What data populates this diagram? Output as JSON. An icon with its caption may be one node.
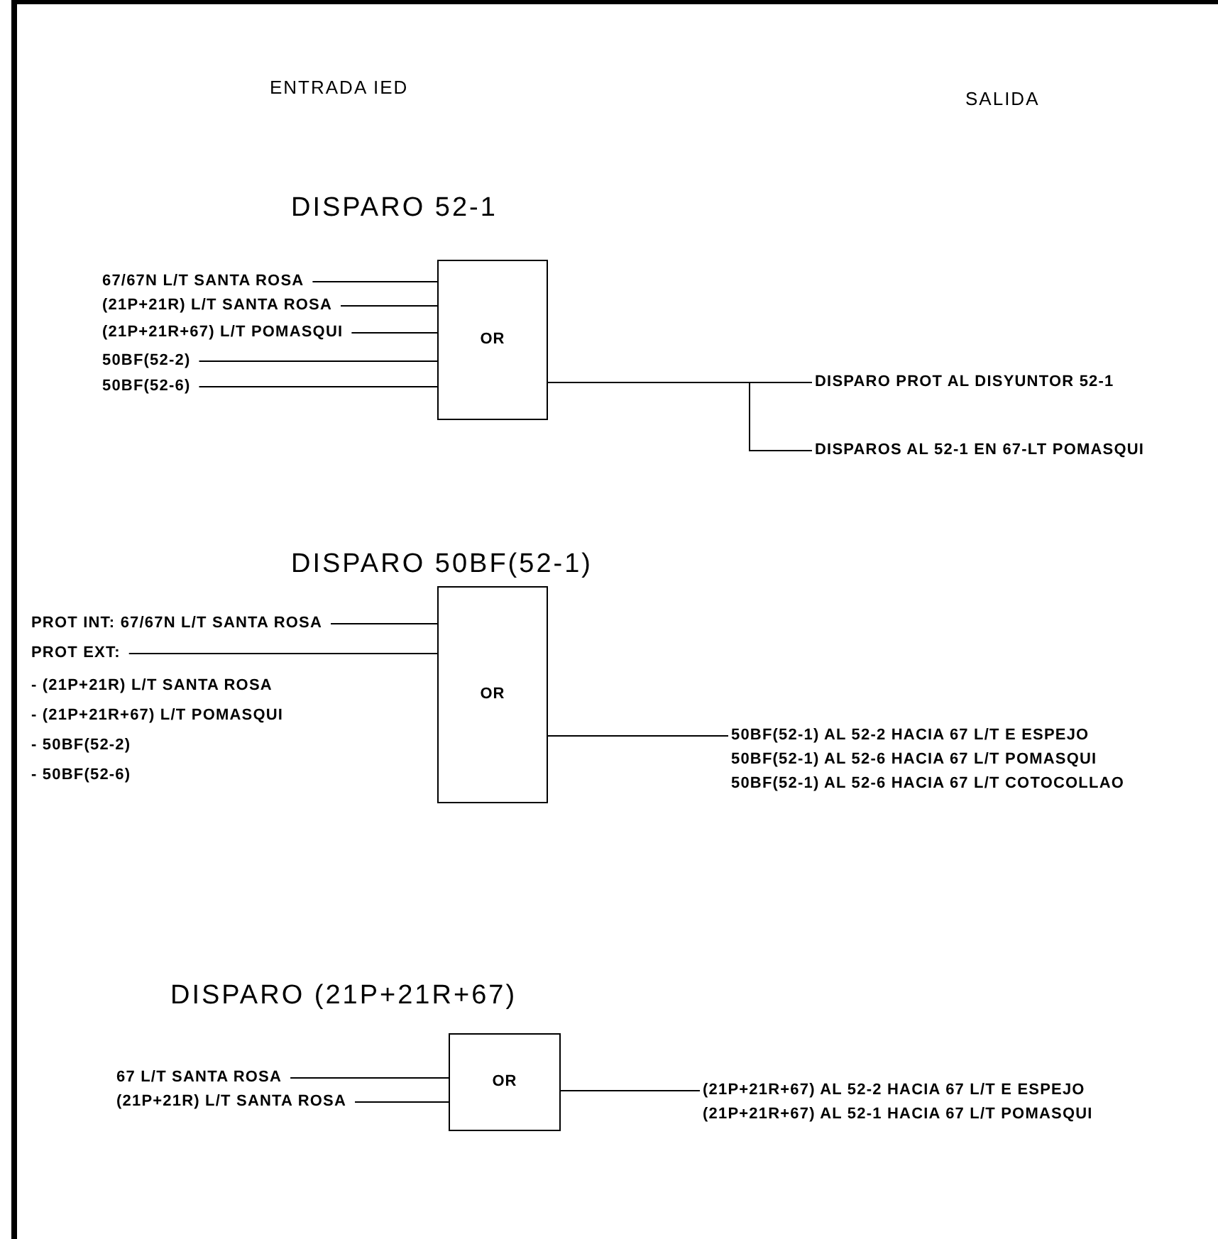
{
  "diagram": {
    "nodes": [
      {
        "text": [
          "67/67N L/T SANTA ROSA"
        ]
      },
      {
        "text": [
          "(21P+21R) L/T SANTA ROSA"
        ]
      },
      {
        "text": [
          "(21P+21R+67) L/T POMASQUI"
        ]
      },
      {
        "text": [
          "50BF(52-2)"
        ]
      },
      {
        "text": [
          "50BF(52-6)"
        ]
      },
      {
        "text": [
          "OR"
        ]
      },
      {
        "text": [
          "DISPARO PROT AL DISYUNTOR 52-1"
        ]
      },
      {
        "text": [
          "DISPAROS AL 52-1 EN 67-LT POMASQUI"
        ]
      },
      {
        "text": [
          "PROT INT: 67/67N L/T SANTA ROSA"
        ]
      },
      {
        "text": [
          "PROT EXT:"
        ]
      },
      {
        "text": [
          "OR"
        ]
      },
      {
        "text": [
          "50BF(52-1) AL 52-2 HACIA 67 L/T E ESPEJO",
          "50BF(52-1) AL 52-6 HACIA 67 L/T POMASQUI",
          "50BF(52-1) AL 52-6 HACIA 67 L/T COTOCOLLAO"
        ]
      },
      {
        "text": [
          "67 L/T SANTA ROSA"
        ]
      },
      {
        "text": [
          "(21P+21R) L/T SANTA ROSA"
        ]
      },
      {
        "text": [
          "OR"
        ]
      },
      {
        "text": [
          "(21P+21R+67) AL 52-2 HACIA 67 L/T E ESPEJO",
          "(21P+21R+67) AL 52-1 HACIA 67 L/T POMASQUI"
        ]
      }
    ],
    "edges": [
      {
        "from": 0,
        "to": 5,
        "arrow": "none"
      },
      {
        "from": 1,
        "to": 5,
        "arrow": "none"
      },
      {
        "from": 2,
        "to": 5,
        "arrow": "none"
      },
      {
        "from": 3,
        "to": 5,
        "arrow": "none"
      },
      {
        "from": 4,
        "to": 5,
        "arrow": "none"
      },
      {
        "from": 5,
        "to": 6,
        "arrow": "none"
      },
      {
        "from": 5,
        "to": 7,
        "arrow": "none"
      },
      {
        "from": 8,
        "to": 10,
        "arrow": "none"
      },
      {
        "from": 9,
        "to": 10,
        "arrow": "none"
      },
      {
        "from": 10,
        "to": 11,
        "arrow": "none"
      },
      {
        "from": 12,
        "to": 14,
        "arrow": "none"
      },
      {
        "from": 13,
        "to": 14,
        "arrow": "none"
      },
      {
        "from": 14,
        "to": 15,
        "arrow": "none"
      }
    ],
    "labels": [
      "ENTRADA IED",
      "SALIDA",
      "DISPARO 52-1",
      "DISPARO 50BF(52-1)",
      "- (21P+21R) L/T SANTA ROSA",
      "- (21P+21R+67) L/T POMASQUI",
      "- 50BF(52-2)",
      "- 50BF(52-6)",
      "DISPARO (21P+21R+67)"
    ]
  }
}
